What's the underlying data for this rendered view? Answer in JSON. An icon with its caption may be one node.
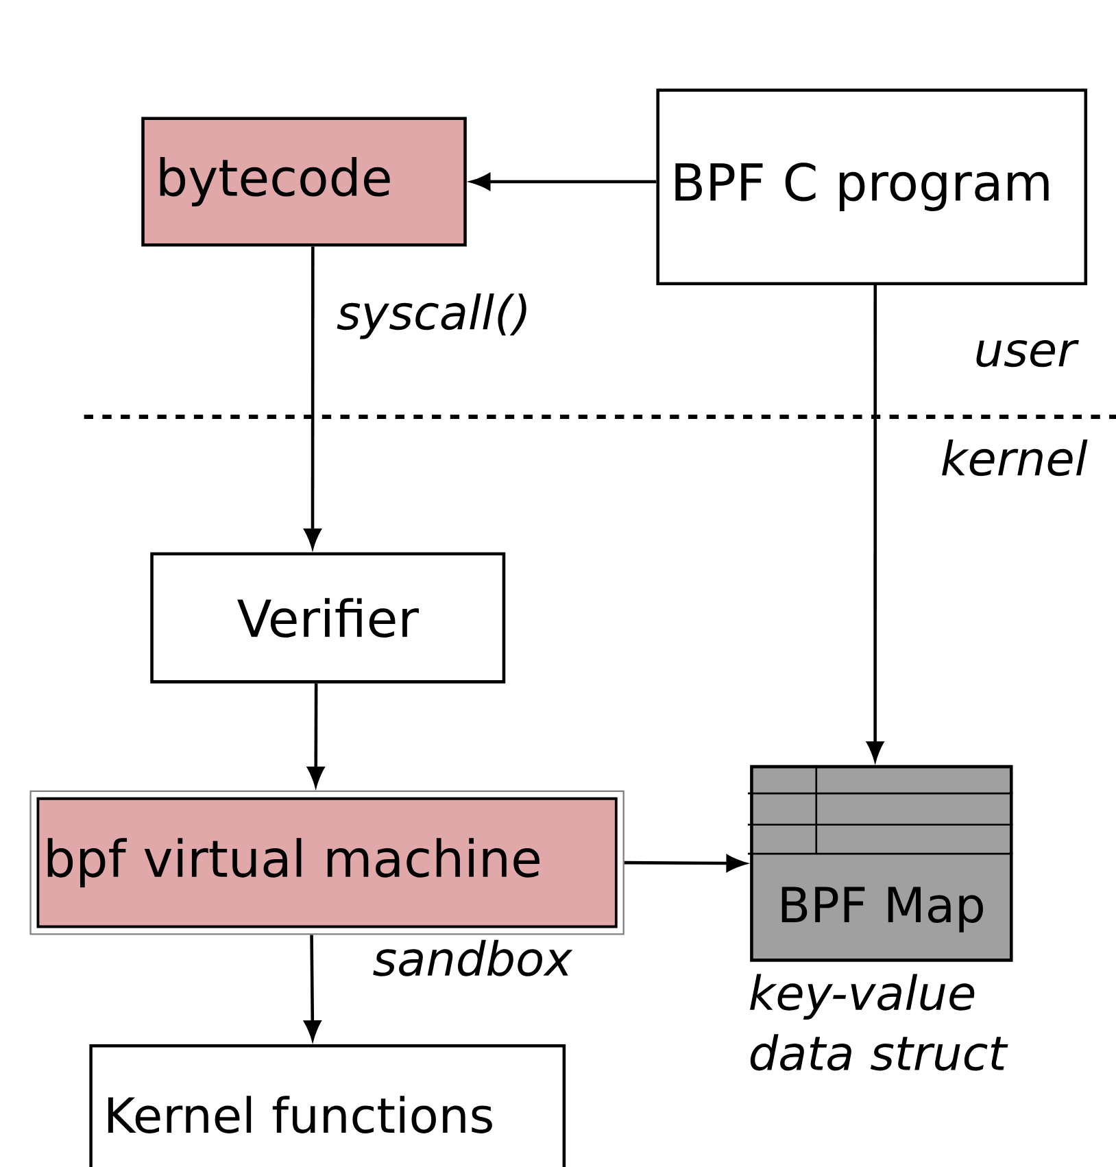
{
  "diagram": {
    "nodes": [
      {
        "text": [
          "bytecode"
        ]
      },
      {
        "text": [
          "BPF C program"
        ]
      },
      {
        "text": [
          "Verifier"
        ]
      },
      {
        "text": [
          "bpf virtual machine"
        ],
        "beside": [
          "sandbox"
        ]
      },
      {
        "text": [
          "BPF Map"
        ],
        "beside": [
          "key-value data struct"
        ]
      },
      {
        "text": [
          "Kernel functions"
        ]
      }
    ],
    "edges": [
      {
        "from": 1,
        "to": 0,
        "arrow": "to"
      },
      {
        "from": 0,
        "to": 2,
        "arrow": "to",
        "label": "syscall()"
      },
      {
        "from": 1,
        "to": 4,
        "arrow": "to"
      },
      {
        "from": 2,
        "to": 3,
        "arrow": "to"
      },
      {
        "from": 3,
        "to": 4,
        "arrow": "to"
      },
      {
        "from": 3,
        "to": 5,
        "arrow": "to"
      }
    ],
    "labels": [
      "user",
      "kernel"
    ]
  }
}
